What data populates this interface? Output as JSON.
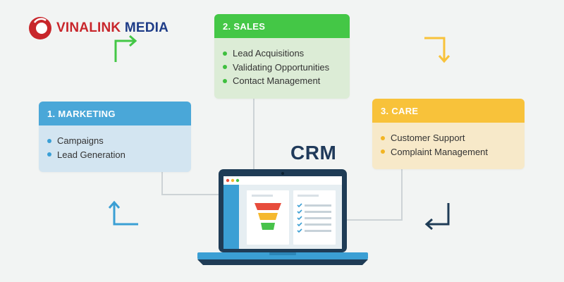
{
  "logo": {
    "brand": "VINALINK",
    "suffix": "MEDIA"
  },
  "cards": {
    "marketing": {
      "title": "1. MARKETING",
      "items": [
        "Campaigns",
        "Lead Generation"
      ]
    },
    "sales": {
      "title": "2. SALES",
      "items": [
        "Lead Acquisitions",
        "Validating Opportunities",
        "Contact Management"
      ]
    },
    "care": {
      "title": "3. CARE",
      "items": [
        "Customer Support",
        "Complaint Management"
      ]
    }
  },
  "center_label": "CRM",
  "colors": {
    "marketing": "#4aa7d8",
    "sales": "#44c746",
    "care": "#f8c23a",
    "laptop": "#1f3c56",
    "brand_red": "#c8262b",
    "brand_blue": "#1d3b87"
  },
  "icons": {
    "arrow_top_left": "turn-up-right-arrow-icon",
    "arrow_top_right": "turn-down-arrow-icon",
    "arrow_bottom_left": "turn-up-arrow-icon",
    "arrow_bottom_right": "turn-left-arrow-icon"
  }
}
